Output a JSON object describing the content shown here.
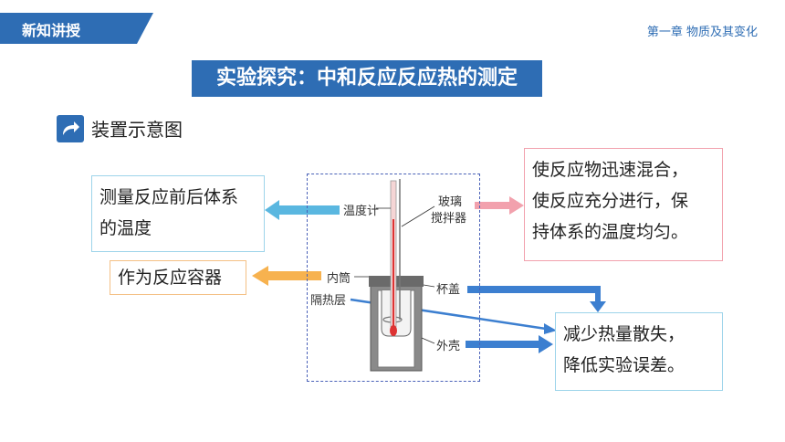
{
  "header": {
    "tab_label": "新知讲授",
    "chapter": "第一章 物质及其变化"
  },
  "title": "实验探究：中和反应反应热的测定",
  "section": {
    "icon": "share-arrow-icon",
    "title": "装置示意图"
  },
  "diagram_labels": {
    "thermometer": "温度计",
    "stirrer_l1": "玻璃",
    "stirrer_l2": "搅拌器",
    "inner": "内筒",
    "insulation": "隔热层",
    "lid": "杯盖",
    "outer": "外壳"
  },
  "boxes": {
    "temp_l1": "测量反应前后体系",
    "temp_l2": "的温度",
    "vessel": "作为反应容器",
    "stir_l1": "使反应物迅速混合，",
    "stir_l2": "使反应充分进行，保",
    "stir_l3": "持体系的温度均匀。",
    "heat_l1": "减少热量散失，",
    "heat_l2": "降低实验误差。"
  },
  "colors": {
    "accent": "#2e6db4",
    "arrow_blue": "#5ab7e0",
    "arrow_pink": "#f2a1ad",
    "arrow_orange": "#f7b24f",
    "arrow_dark": "#3c7fd0"
  }
}
